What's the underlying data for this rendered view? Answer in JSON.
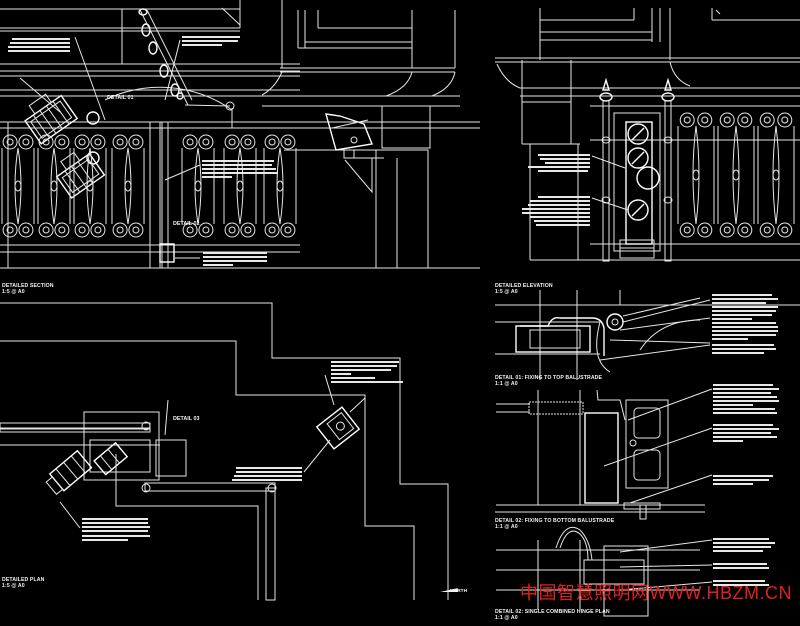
{
  "drawing": {
    "type": "architectural lighting installation CAD detail sheet",
    "background_color": "#000000",
    "line_color": "#e6e6e6",
    "views": [
      {
        "id": "section",
        "title": "DETAILED SECTION",
        "scale": "1:5 @ A0"
      },
      {
        "id": "elevation",
        "title": "DETAILED ELEVATION",
        "scale": "1:5 @ A0"
      },
      {
        "id": "plan",
        "title": "DETAILED PLAN",
        "scale": "1:5 @ A0"
      },
      {
        "id": "detail01",
        "title": "DETAIL 01: FIXING TO TOP BALUSTRADE",
        "scale": "1:1 @ A0"
      },
      {
        "id": "detail02",
        "title": "DETAIL 02: FIXING TO BOTTOM BALUSTRADE",
        "scale": "1:1 @ A0"
      },
      {
        "id": "detail02b",
        "title": "DETAIL 02: SINGLE COMBINED HINGE PLAN",
        "scale": "1:1 @ A0"
      }
    ],
    "callouts": {
      "detail01": "DETAIL 01",
      "detail02": "DETAIL 02",
      "detail03": "DETAIL 03"
    },
    "north_label": "NORTH"
  },
  "watermark": {
    "text": "中国智慧照明网WWW.HBZM.CN",
    "color": "#e0201e"
  }
}
